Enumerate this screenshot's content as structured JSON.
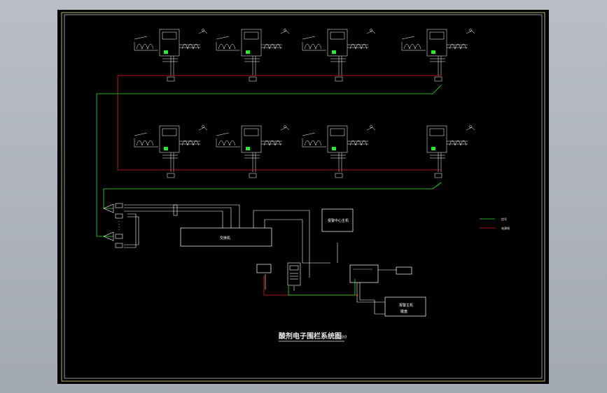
{
  "drawing": {
    "title": "酸剂电子围栏系统图",
    "scale": "1:100"
  },
  "equipment": {
    "switch_label": "交换机",
    "upper_right_box": "报警中心主机",
    "small_box": "",
    "right_center_box": "",
    "far_right_small_box": "",
    "bottom_right_box_line1": "报警主机",
    "bottom_right_box_line2": "键盘"
  },
  "legend": {
    "green_label": "信号",
    "red_label": "电源线"
  },
  "colors": {
    "background": "#000000",
    "frame": "#f2f26a",
    "signal_line": "#2ee82e",
    "power_line": "#e81e1e",
    "equipment": "#ffffff"
  }
}
